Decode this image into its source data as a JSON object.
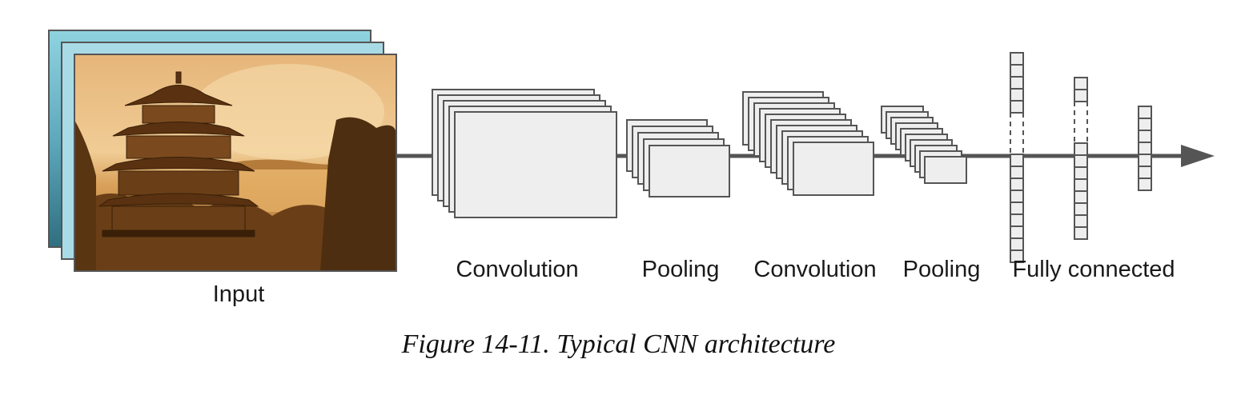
{
  "labels": {
    "input": "Input",
    "conv1": "Convolution",
    "pool1": "Pooling",
    "conv2": "Convolution",
    "pool2": "Pooling",
    "fc": "Fully connected"
  },
  "caption": "Figure 14-11. Typical CNN architecture",
  "colors": {
    "line": "#555555",
    "box_fill": "#eeeeee",
    "box_stroke": "#555555",
    "photo_sepia": "#c98a3c",
    "photo_cyan": "#7fc6d6"
  },
  "layers": {
    "input_channels": 3,
    "conv1_maps": 5,
    "pool1_maps": 5,
    "conv2_maps": 10,
    "pool2_maps": 10,
    "fc_neurons": [
      14,
      10,
      7
    ]
  },
  "icons": {
    "input_image": "pagoda-photo",
    "output_arrow": "arrow-right-icon"
  }
}
